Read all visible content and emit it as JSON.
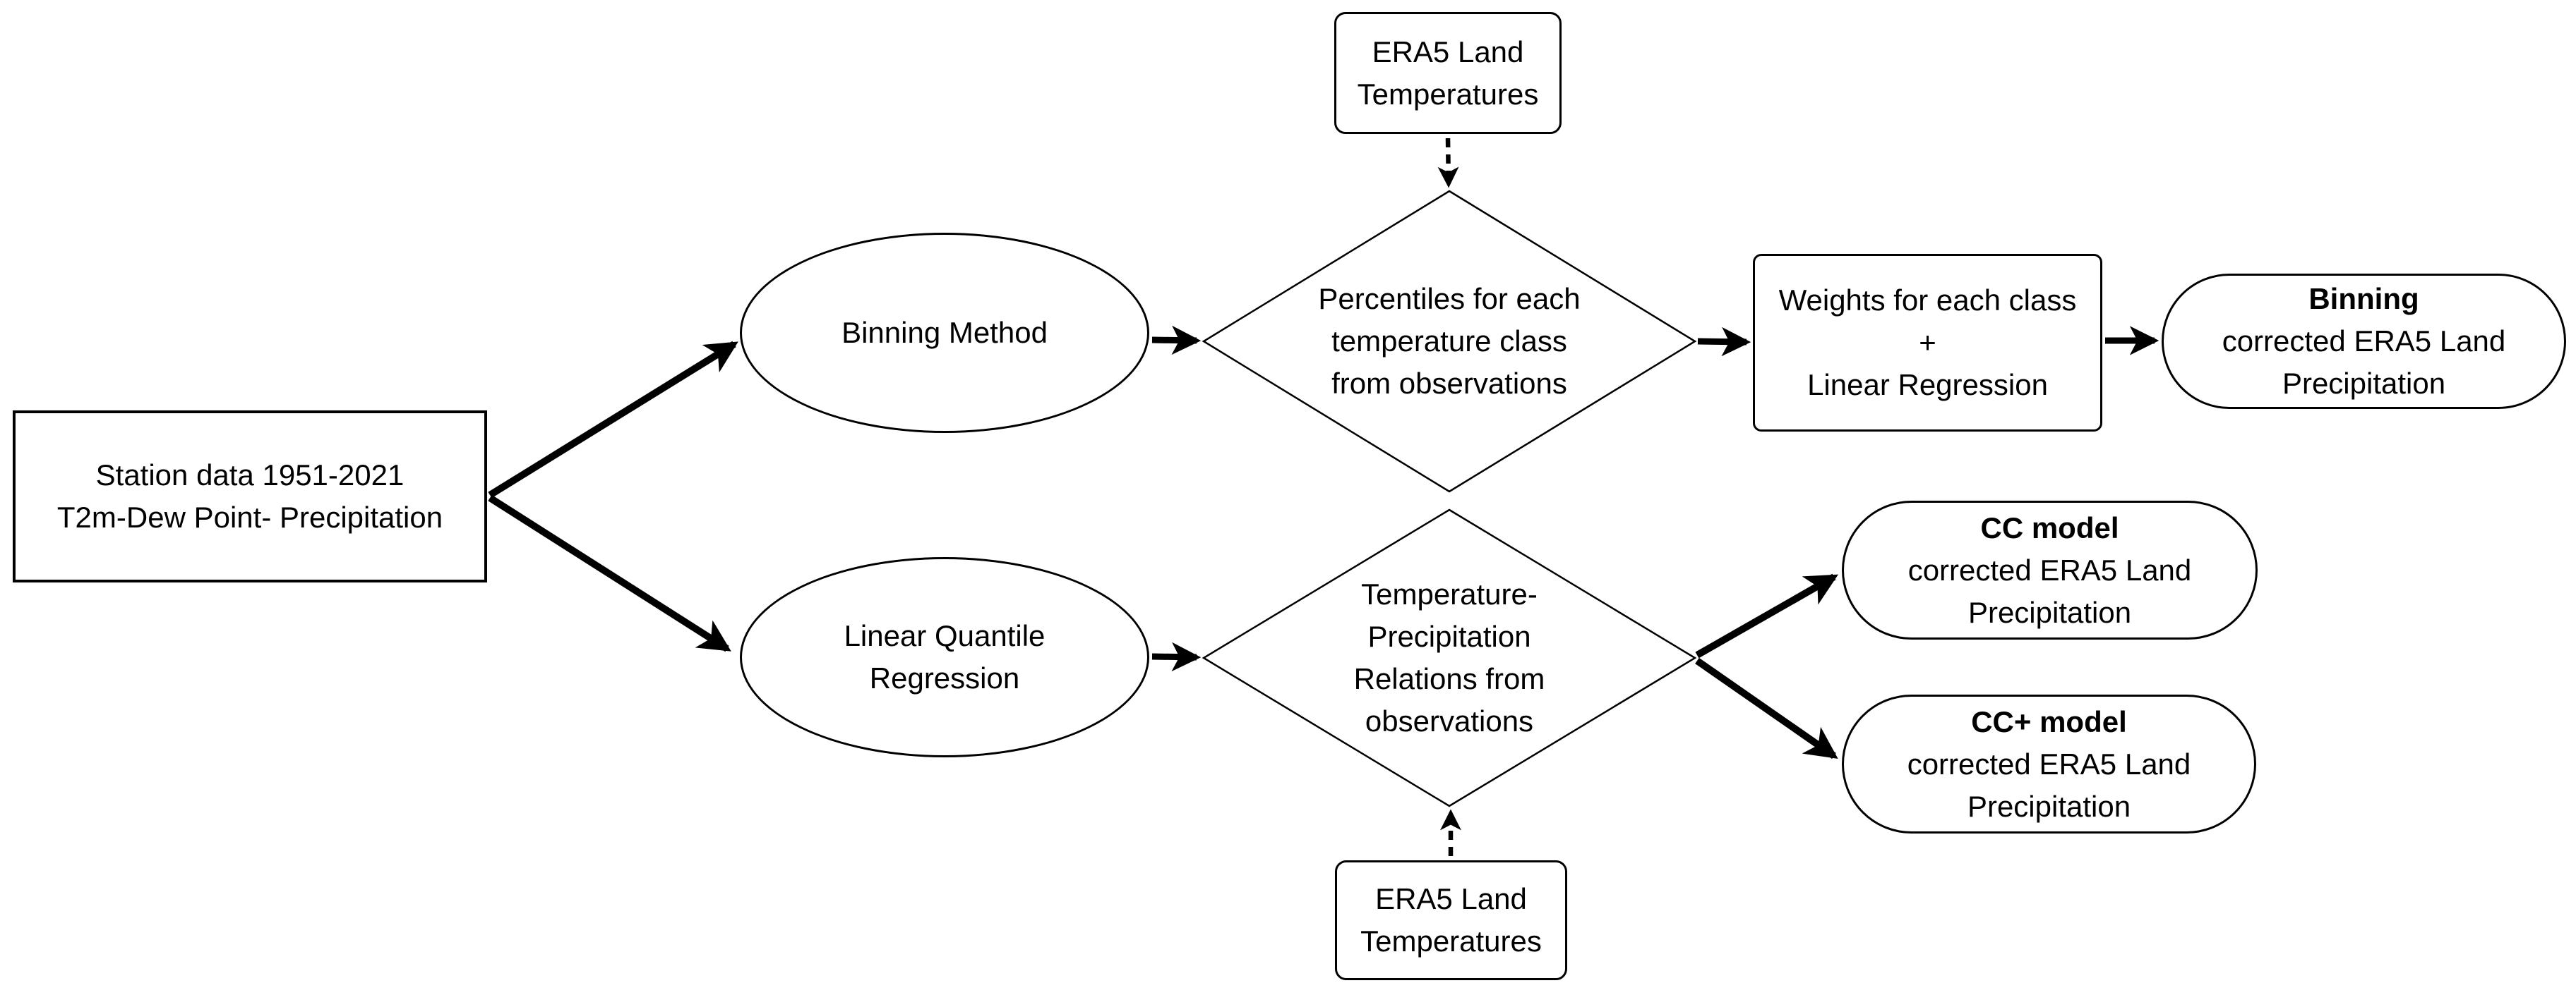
{
  "colors": {
    "background": "#ffffff",
    "stroke": "#000000",
    "text": "#000000"
  },
  "nodes": {
    "era5_top": {
      "type": "rounded-rect",
      "lines": [
        "ERA5 Land",
        "Temperatures"
      ]
    },
    "station": {
      "type": "rect",
      "lines": [
        "Station data 1951-2021",
        "T2m-Dew Point- Precipitation"
      ]
    },
    "binning_method": {
      "type": "ellipse",
      "lines": [
        "Binning Method"
      ]
    },
    "linear_quantile_regression": {
      "type": "ellipse",
      "lines": [
        "Linear Quantile",
        "Regression"
      ]
    },
    "percentiles": {
      "type": "diamond",
      "lines": [
        "Percentiles for each",
        "temperature class",
        "from observations"
      ]
    },
    "temp_precip_relations": {
      "type": "diamond",
      "lines": [
        "Temperature-",
        "Precipitation",
        "Relations from",
        "observations"
      ]
    },
    "weights": {
      "type": "rounded-rect",
      "lines": [
        "Weights for each class",
        "+",
        "Linear Regression"
      ]
    },
    "binning_result": {
      "type": "pill",
      "title": "Binning",
      "lines": [
        "corrected ERA5 Land",
        "Precipitation"
      ]
    },
    "cc_model": {
      "type": "pill",
      "title": "CC model",
      "lines": [
        "corrected ERA5 Land",
        "Precipitation"
      ]
    },
    "cc_plus_model": {
      "type": "pill",
      "title": "CC+ model",
      "lines": [
        "corrected ERA5 Land",
        "Precipitation"
      ]
    },
    "era5_bottom": {
      "type": "rounded-rect",
      "lines": [
        "ERA5 Land",
        "Temperatures"
      ]
    }
  },
  "edges": [
    {
      "from": "station",
      "to": "binning_method",
      "style": "solid-thick"
    },
    {
      "from": "station",
      "to": "linear_quantile_regression",
      "style": "solid-thick"
    },
    {
      "from": "binning_method",
      "to": "percentiles",
      "style": "solid-thick"
    },
    {
      "from": "linear_quantile_regression",
      "to": "temp_precip_relations",
      "style": "solid-thick"
    },
    {
      "from": "percentiles",
      "to": "weights",
      "style": "solid-thick"
    },
    {
      "from": "weights",
      "to": "binning_result",
      "style": "solid-thick"
    },
    {
      "from": "temp_precip_relations",
      "to": "cc_model",
      "style": "solid-thick"
    },
    {
      "from": "temp_precip_relations",
      "to": "cc_plus_model",
      "style": "solid-thick"
    },
    {
      "from": "era5_top",
      "to": "percentiles",
      "style": "dashed"
    },
    {
      "from": "era5_bottom",
      "to": "temp_precip_relations",
      "style": "dashed"
    }
  ]
}
